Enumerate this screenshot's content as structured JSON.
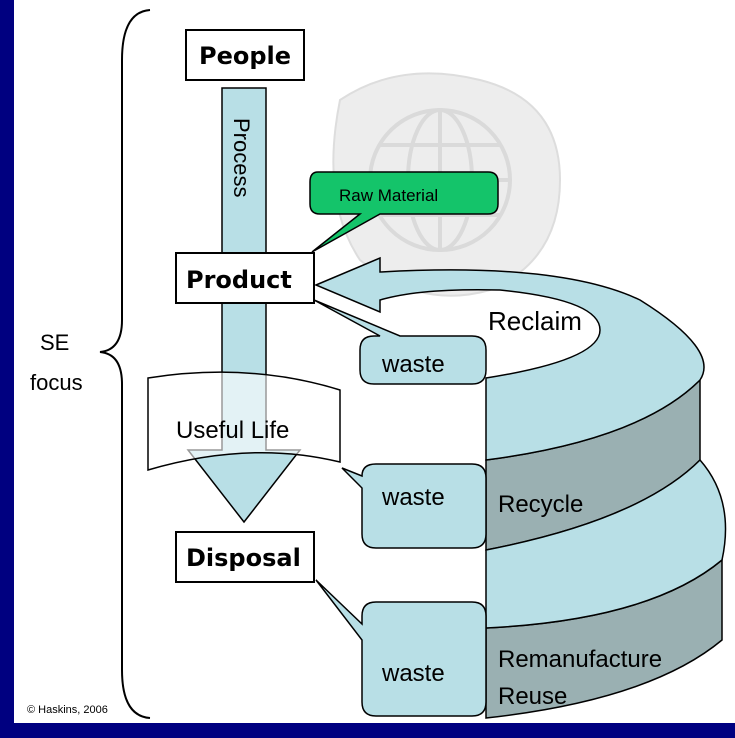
{
  "diagram": {
    "colors": {
      "frame": "#000080",
      "canvas": "#ffffff",
      "flow_fill": "#b8dfe6",
      "flow_dark": "#9ab0b2",
      "callout_green": "#14c46a",
      "outline": "#000000"
    },
    "brace_label": [
      "SE",
      "focus"
    ],
    "boxes": {
      "people": "People",
      "product": "Product",
      "disposal": "Disposal"
    },
    "process_label": "Process",
    "useful_life": "Useful Life",
    "raw_material": "Raw Material",
    "waste_labels": [
      "waste",
      "waste",
      "waste"
    ],
    "loops": {
      "reclaim": "Reclaim",
      "recycle": "Recycle",
      "remanufacture": [
        "Remanufacture",
        "Reuse"
      ]
    },
    "copyright": "© Haskins, 2006",
    "icons": {
      "watermark": "globe-icon"
    }
  }
}
